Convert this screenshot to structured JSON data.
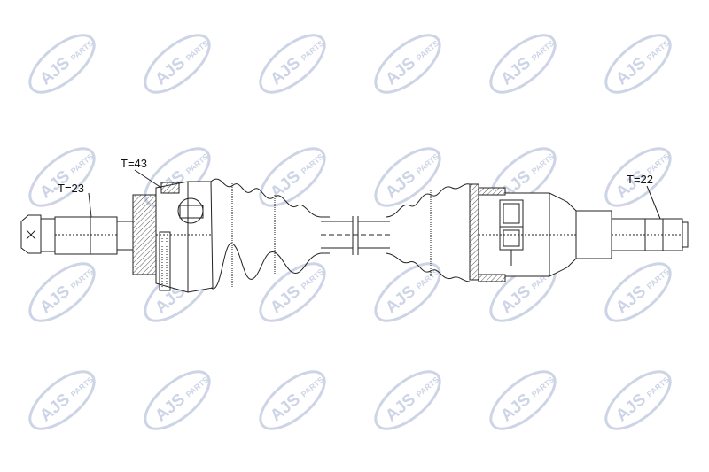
{
  "watermark": {
    "brand": "AJS",
    "suffix": "PARTS",
    "color": "#1f3f8f",
    "rows": 4,
    "cols": 6
  },
  "annotations": {
    "teeth_outer": "T=23",
    "teeth_abs_ring": "T=43",
    "teeth_inner": "T=22"
  },
  "colors": {
    "line": "#222222",
    "hatch": "#555555"
  }
}
